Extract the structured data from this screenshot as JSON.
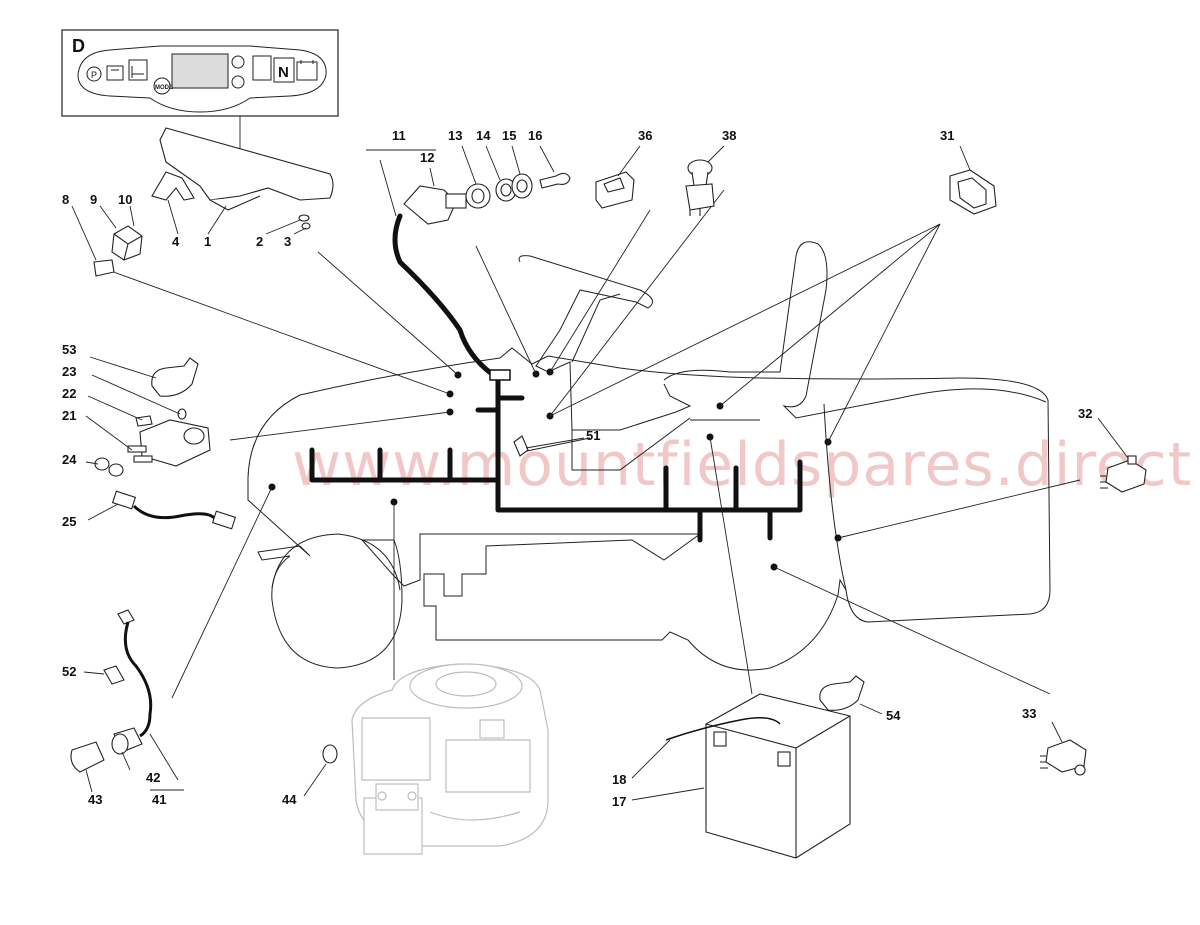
{
  "watermark": "www.mountfieldspares.direct",
  "dashboard_inset": {
    "title": "D",
    "neutral_symbol": "N",
    "mode_button": "MODE"
  },
  "labels": {
    "l1": "1",
    "l2": "2",
    "l3": "3",
    "l4": "4",
    "l8": "8",
    "l9": "9",
    "l10": "10",
    "l11": "11",
    "l12": "12",
    "l13": "13",
    "l14": "14",
    "l15": "15",
    "l16": "16",
    "l17": "17",
    "l18": "18",
    "l21": "21",
    "l22": "22",
    "l23": "23",
    "l24": "24",
    "l25": "25",
    "l31": "31",
    "l32": "32",
    "l33": "33",
    "l36": "36",
    "l38": "38",
    "l41": "41",
    "l42": "42",
    "l43": "43",
    "l44": "44",
    "l51": "51",
    "l52": "52",
    "l53": "53",
    "l54": "54"
  },
  "icons": [
    "parking-brake-icon",
    "fuel-icon",
    "seat-icon",
    "battery-icon"
  ]
}
